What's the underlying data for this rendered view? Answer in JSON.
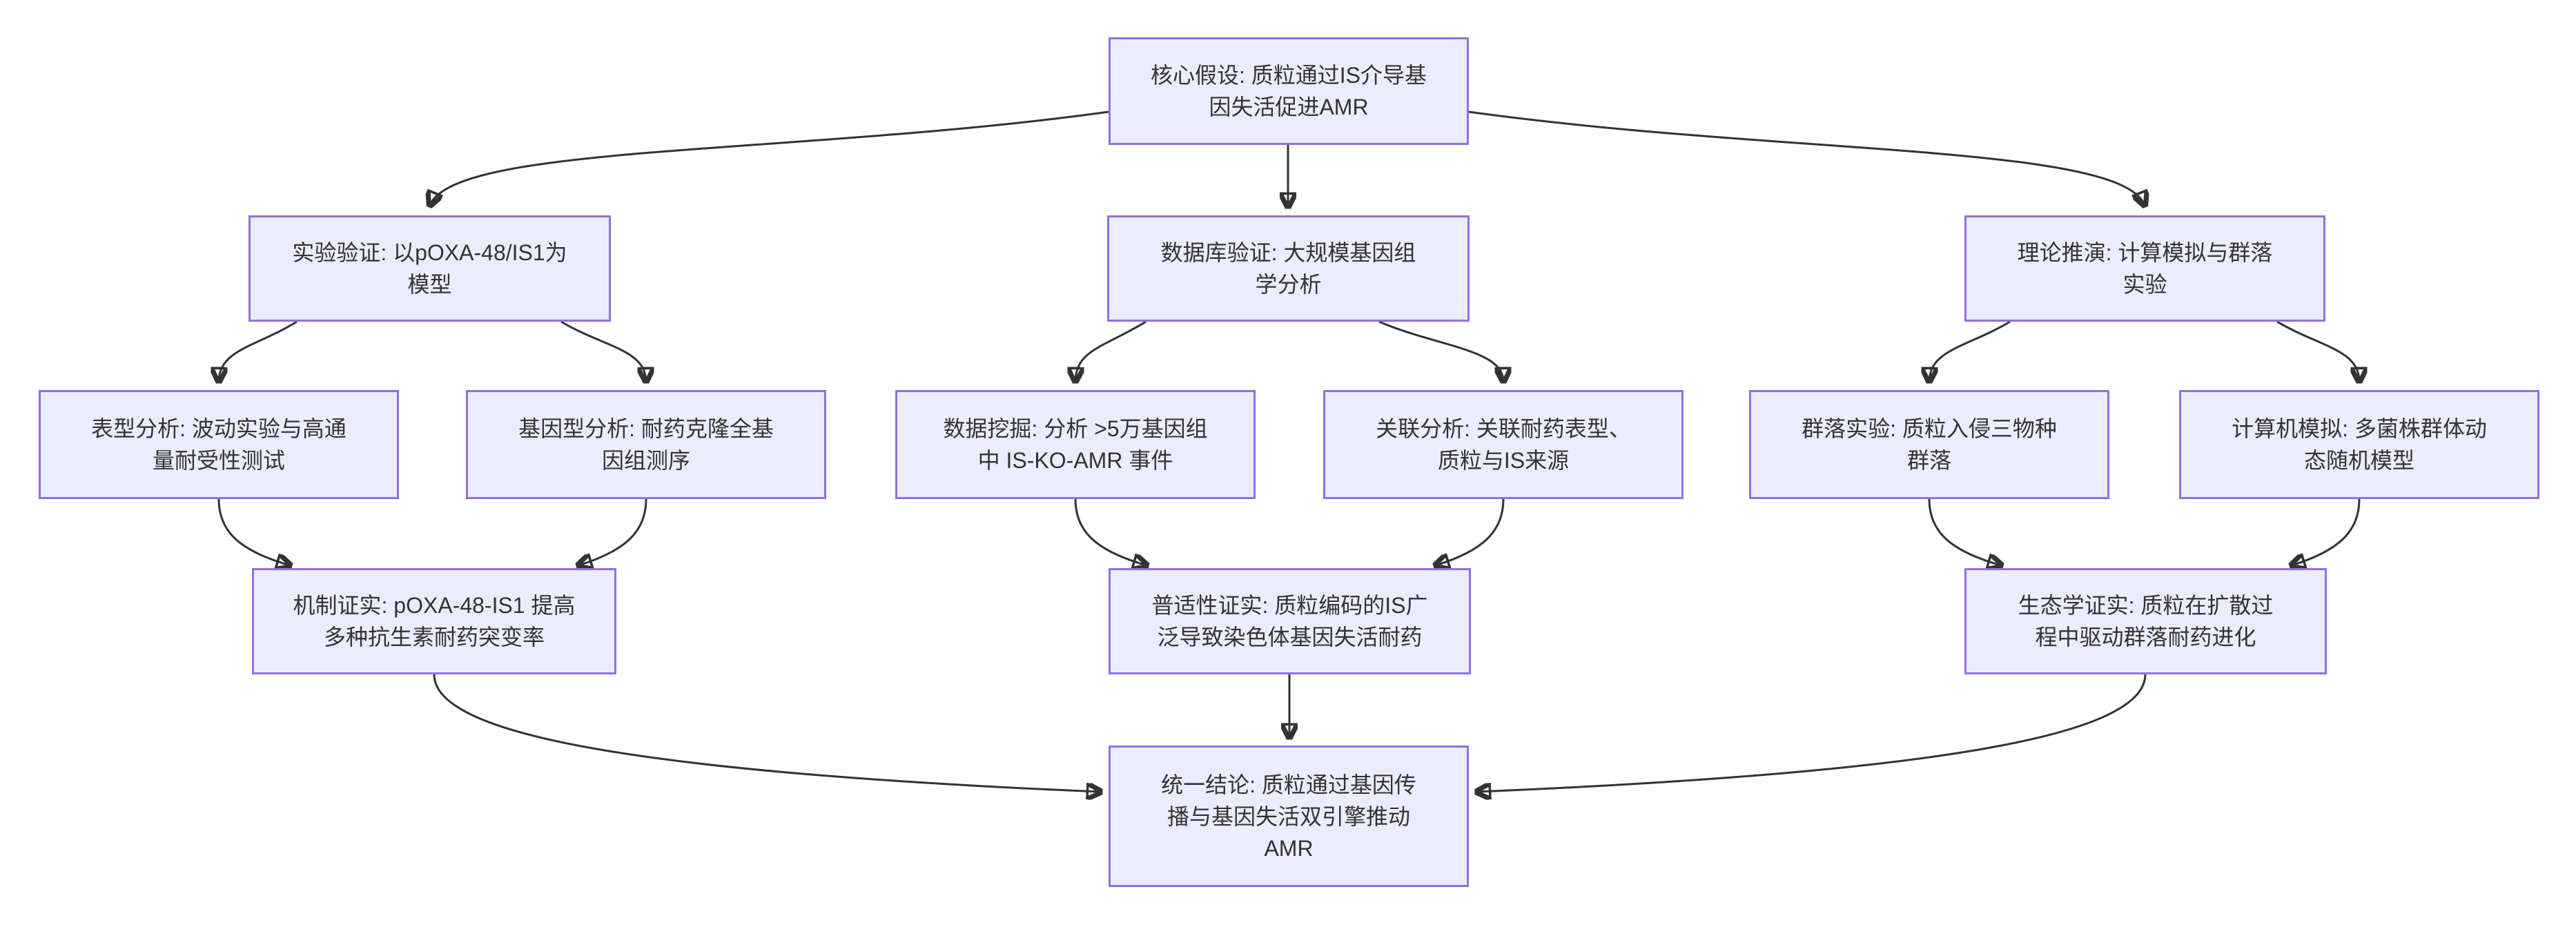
{
  "diagram": {
    "type": "flowchart",
    "direction": "top-down",
    "colors": {
      "background": "#FFFFFF",
      "node_fill": "#ECECFF",
      "node_border": "#9370DB",
      "edge": "#333333",
      "text": "#333333"
    },
    "nodes": {
      "hypothesis": {
        "label": "核心假设: 质粒通过IS介导基\n因失活促进AMR"
      },
      "experimental": {
        "label": "实验验证: 以pOXA-48/IS1为\n模型"
      },
      "database": {
        "label": "数据库验证: 大规模基因组\n学分析"
      },
      "theory": {
        "label": "理论推演: 计算模拟与群落\n实验"
      },
      "phenotype": {
        "label": "表型分析: 波动实验与高通\n量耐受性测试"
      },
      "genotype": {
        "label": "基因型分析: 耐药克隆全基\n因组测序"
      },
      "mining": {
        "label": "数据挖掘: 分析 >5万基因组\n中 IS-KO-AMR 事件"
      },
      "association": {
        "label": "关联分析: 关联耐药表型、\n质粒与IS来源"
      },
      "community": {
        "label": "群落实验: 质粒入侵三物种\n群落"
      },
      "simulation": {
        "label": "计算机模拟: 多菌株群体动\n态随机模型"
      },
      "mechanism": {
        "label": "机制证实: pOXA-48-IS1 提高\n多种抗生素耐药突变率"
      },
      "universality": {
        "label": "普适性证实: 质粒编码的IS广\n泛导致染色体基因失活耐药"
      },
      "ecology": {
        "label": "生态学证实: 质粒在扩散过\n程中驱动群落耐药进化"
      },
      "conclusion": {
        "label": "统一结论: 质粒通过基因传\n播与基因失活双引擎推动\nAMR"
      }
    },
    "edges": [
      {
        "from": "hypothesis",
        "to": "experimental"
      },
      {
        "from": "hypothesis",
        "to": "database"
      },
      {
        "from": "hypothesis",
        "to": "theory"
      },
      {
        "from": "experimental",
        "to": "phenotype"
      },
      {
        "from": "experimental",
        "to": "genotype"
      },
      {
        "from": "database",
        "to": "mining"
      },
      {
        "from": "database",
        "to": "association"
      },
      {
        "from": "theory",
        "to": "community"
      },
      {
        "from": "theory",
        "to": "simulation"
      },
      {
        "from": "phenotype",
        "to": "mechanism"
      },
      {
        "from": "genotype",
        "to": "mechanism"
      },
      {
        "from": "mining",
        "to": "universality"
      },
      {
        "from": "association",
        "to": "universality"
      },
      {
        "from": "community",
        "to": "ecology"
      },
      {
        "from": "simulation",
        "to": "ecology"
      },
      {
        "from": "mechanism",
        "to": "conclusion"
      },
      {
        "from": "universality",
        "to": "conclusion"
      },
      {
        "from": "ecology",
        "to": "conclusion"
      }
    ]
  }
}
